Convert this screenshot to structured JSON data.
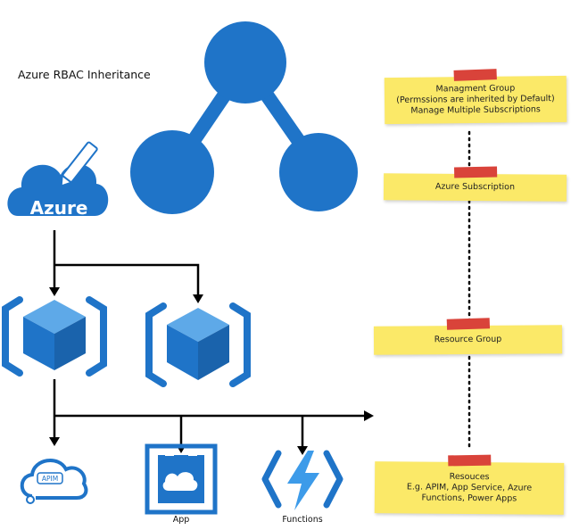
{
  "title": "Azure RBAC Inheritance",
  "azure_logo_text": "Azure",
  "apim_text": "APIM",
  "labels": {
    "app": "App",
    "functions": "Functions"
  },
  "notes": {
    "management": [
      "Managment Group",
      "(Permssions are inherited by Default)",
      "Manage Multiple Subscriptions"
    ],
    "subscription": [
      "Azure Subscription"
    ],
    "resource_group": [
      "Resource Group"
    ],
    "resources": [
      "Resouces",
      "E.g. APIM, App Service, Azure",
      "Functions, Power Apps"
    ]
  },
  "colors": {
    "azure_blue": "#1f74c8",
    "sticky_yellow": "#fbe968",
    "tape_red": "#d9433a"
  }
}
